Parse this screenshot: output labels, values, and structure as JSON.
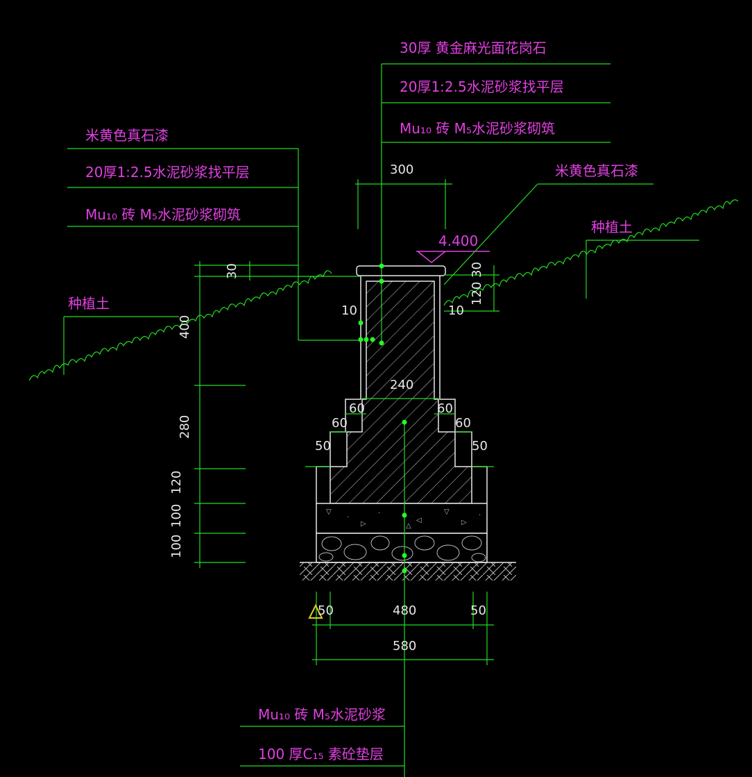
{
  "callouts_top_right": [
    "30厚 黄金麻光面花岗石",
    "20厚1:2.5水泥砂浆找平层",
    "Mu₁₀ 砖  M₅水泥砂浆砌筑"
  ],
  "callouts_top_left": [
    "米黄色真石漆",
    "20厚1:2.5水泥砂浆找平层",
    "Mu₁₀ 砖  M₅水泥砂浆砌筑"
  ],
  "callout_right_paint": "米黄色真石漆",
  "soil_right": "种植土",
  "soil_left": "种植土",
  "elevation": "4.400",
  "dims": {
    "top_width": "300",
    "cap_thk": "30",
    "cap_right": "30",
    "right_120": "120",
    "left_10": "10",
    "right_10": "10",
    "h400": "400",
    "h280": "280",
    "h120": "120",
    "h100a": "100",
    "h100b": "100",
    "w240": "240",
    "step60_l1": "60",
    "step60_r1": "60",
    "step60_l2": "60",
    "step60_r2": "60",
    "w50_l": "50",
    "w50_r": "50",
    "b50_l": "50",
    "b480": "480",
    "b50_r": "50",
    "b580": "580"
  },
  "callouts_bottom": [
    "Mu₁₀ 砖  M₅水泥砂浆",
    "100  厚C₁₅  素砼垫层"
  ]
}
